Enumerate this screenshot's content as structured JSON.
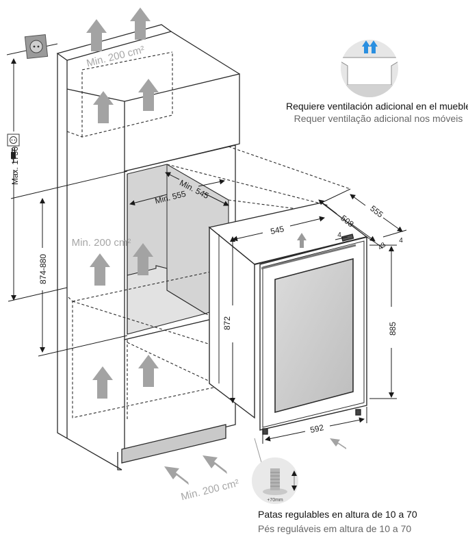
{
  "diagram": {
    "ventilation": {
      "top": "Min. 200 cm²",
      "middle": "Min. 200 cm²",
      "bottom": "Min. 200 cm²"
    },
    "niche": {
      "depth_label": "Min. 555",
      "width_label": "Min. 545",
      "height_label": "874-880",
      "max_height_label": "Max. 1750"
    },
    "appliance": {
      "depth_total": "555",
      "depth_body": "508",
      "width": "545",
      "height_front": "885",
      "height_body": "872",
      "width_door": "592",
      "gap_4a": "4",
      "gap_4b": "4",
      "gap_43": "43"
    },
    "notes": {
      "ventilation_es": "Requiere ventilación adicional en el mueble",
      "ventilation_pt": "Requer ventilação adicional nos móveis",
      "feet_es": "Patas regulables en altura de 10 a 70",
      "feet_pt": "Pés reguláveis em altura de 10 a 70",
      "feet_badge": "+70mm"
    },
    "colors": {
      "line": "#2a2a2a",
      "arrow": "#a3a3a3",
      "niche_fill": "#d4d4d4",
      "glass": "#cfcfcf",
      "blue_arrow": "#2a8fe0"
    }
  }
}
